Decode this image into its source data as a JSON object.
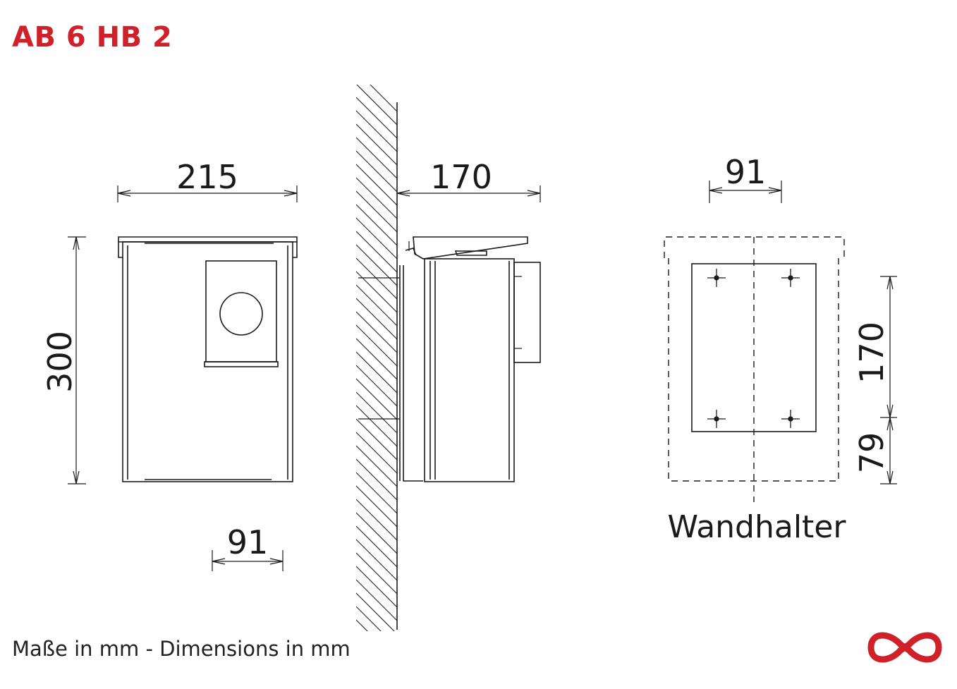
{
  "title": "AB 6 HB 2",
  "footnote": "Maße in mm - Dimensions in mm",
  "front_view": {
    "width_label": "215",
    "height_label": "300",
    "bottom_width_label": "91"
  },
  "side_view": {
    "depth_label": "170"
  },
  "wall_bracket": {
    "name": "Wandhalter",
    "width_label": "91",
    "hole_spacing_label": "170",
    "bottom_offset_label": "79"
  },
  "colors": {
    "brand": "#d0202a",
    "line": "#1a1a1a"
  },
  "logo": {
    "icon": "infinity-knot-logo"
  }
}
